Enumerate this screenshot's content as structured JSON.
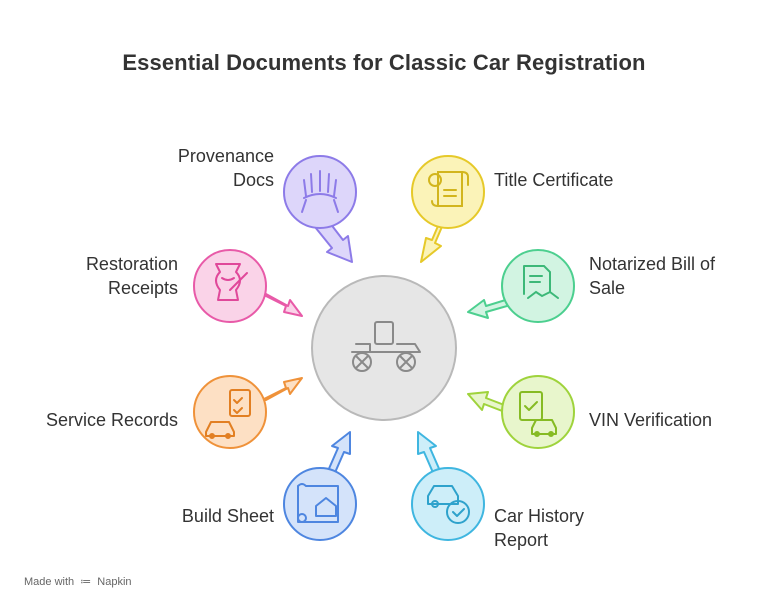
{
  "title": "Essential Documents for Classic Car Registration",
  "center": {
    "icon": "vintage-car-icon"
  },
  "items": [
    {
      "label_lines": [
        "Provenance",
        "Docs"
      ],
      "icon": "headdress-icon",
      "color": "#8d7be8"
    },
    {
      "label_lines": [
        "Title Certificate"
      ],
      "icon": "scroll-certificate-icon",
      "color": "#e6c929"
    },
    {
      "label_lines": [
        "Notarized Bill of",
        "Sale"
      ],
      "icon": "handshake-document-icon",
      "color": "#4ccf8f"
    },
    {
      "label_lines": [
        "VIN Verification"
      ],
      "icon": "car-checklist-icon",
      "color": "#9fd33c"
    },
    {
      "label_lines": [
        "Car History",
        "Report"
      ],
      "icon": "car-check-icon",
      "color": "#3fb6e0"
    },
    {
      "label_lines": [
        "Build Sheet"
      ],
      "icon": "blueprint-house-icon",
      "color": "#4e86e0"
    },
    {
      "label_lines": [
        "Service Records"
      ],
      "icon": "car-clipboard-icon",
      "color": "#ef923a"
    },
    {
      "label_lines": [
        "Restoration",
        "Receipts"
      ],
      "icon": "vase-brush-icon",
      "color": "#e85aa8"
    }
  ],
  "footer": {
    "prefix": "Made with",
    "brand": "Napkin"
  }
}
